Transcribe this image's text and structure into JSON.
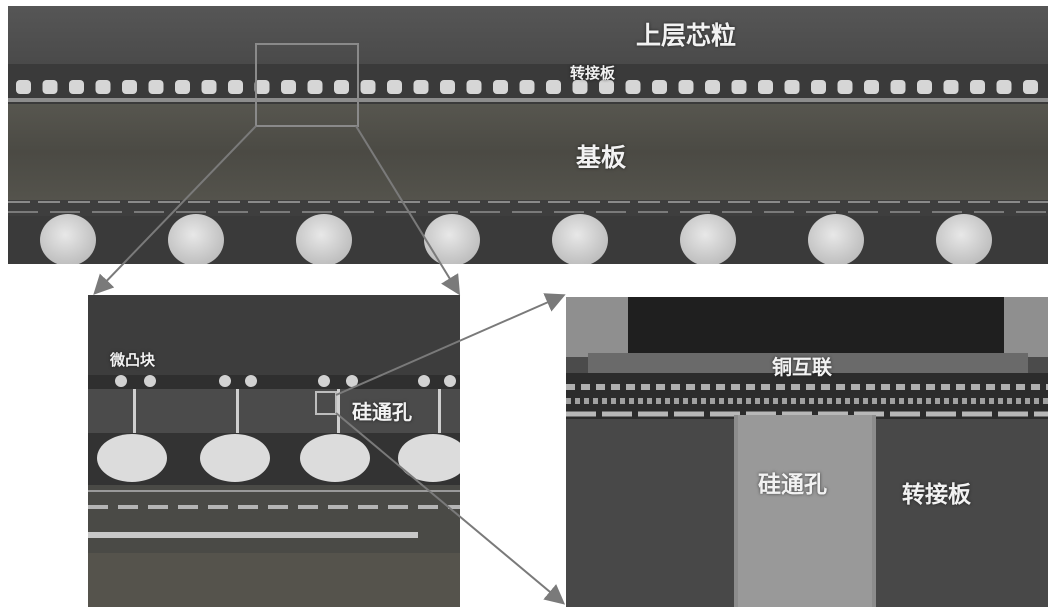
{
  "top_panel": {
    "labels": {
      "upper_chiplet": "上层芯粒",
      "interposer": "转接板",
      "substrate": "基板"
    }
  },
  "bottom_left_panel": {
    "labels": {
      "micro_bump": "微凸块",
      "tsv": "硅通孔"
    }
  },
  "bottom_right_panel": {
    "labels": {
      "copper_interconnect": "铜互联",
      "tsv": "硅通孔",
      "interposer": "转接板"
    }
  },
  "colors": {
    "background": "#ffffff",
    "chip_dark": "#3c3c3c",
    "substrate": "#4a4a46",
    "bump_light": "#cfcfcf",
    "arrow": "#7a7a7a",
    "label_text": "#f2f2f2"
  }
}
